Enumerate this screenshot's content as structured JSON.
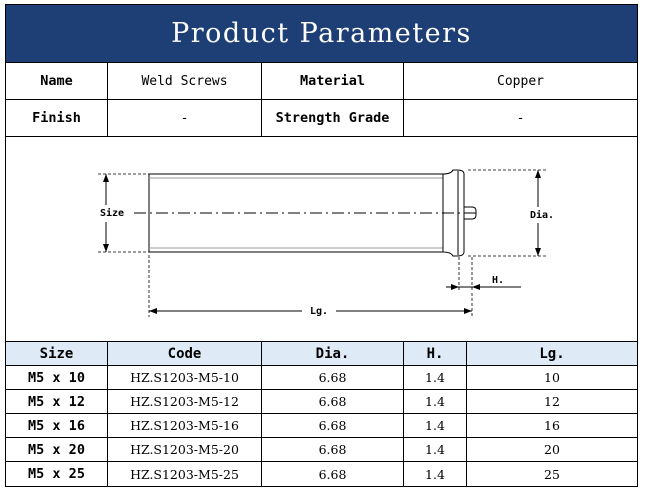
{
  "title": "Product Parameters",
  "info": {
    "name_label": "Name",
    "name_value": "Weld Screws",
    "material_label": "Material",
    "material_value": "Copper",
    "finish_label": "Finish",
    "finish_value": "-",
    "grade_label": "Strength Grade",
    "grade_value": "-"
  },
  "drawing": {
    "size_label": "Size",
    "dia_label": "Dia.",
    "h_label": "H.",
    "lg_label": "Lg."
  },
  "table": {
    "headers": [
      "Size",
      "Code",
      "Dia.",
      "H.",
      "Lg."
    ],
    "rows": [
      [
        "M5 x 10",
        "HZ.S1203-M5-10",
        "6.68",
        "1.4",
        "10"
      ],
      [
        "M5 x 12",
        "HZ.S1203-M5-12",
        "6.68",
        "1.4",
        "12"
      ],
      [
        "M5 x 16",
        "HZ.S1203-M5-16",
        "6.68",
        "1.4",
        "16"
      ],
      [
        "M5 x 20",
        "HZ.S1203-M5-20",
        "6.68",
        "1.4",
        "20"
      ],
      [
        "M5 x 25",
        "HZ.S1203-M5-25",
        "6.68",
        "1.4",
        "25"
      ]
    ]
  },
  "colors": {
    "title_bg": "#1e3f75",
    "header_bg": "#dfeaf7"
  }
}
